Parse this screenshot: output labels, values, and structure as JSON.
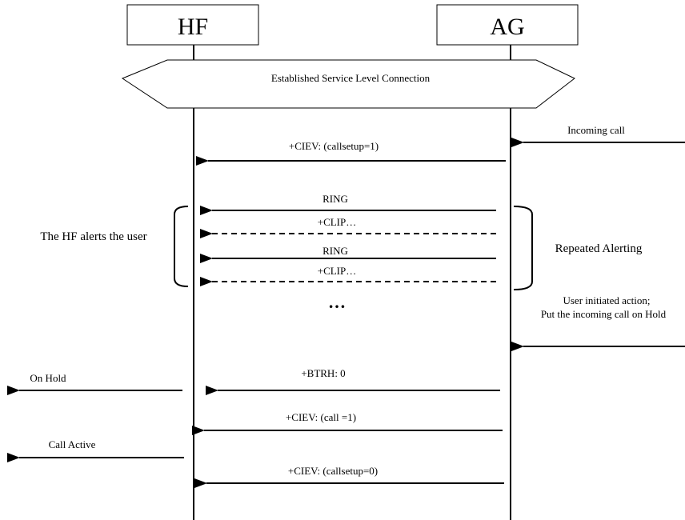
{
  "entities": {
    "hf": "HF",
    "ag": "AG"
  },
  "slc_banner": "Established Service Level Connection",
  "side_notes": {
    "incoming_call": "Incoming call",
    "user_action_line1": "User initiated action;",
    "user_action_line2": "Put the incoming call on Hold",
    "hf_alerts": "The HF alerts the user",
    "repeated_alerting": "Repeated Alerting",
    "on_hold": "On Hold",
    "call_active": "Call Active"
  },
  "messages": [
    {
      "label": "+CIEV: (callsetup=1)",
      "style": "solid"
    },
    {
      "label": "RING",
      "style": "solid"
    },
    {
      "label": "+CLIP…",
      "style": "dashed"
    },
    {
      "label": "RING",
      "style": "solid"
    },
    {
      "label": "+CLIP…",
      "style": "dashed"
    },
    {
      "label": "+BTRH: 0",
      "style": "solid"
    },
    {
      "label": "+CIEV: (call =1)",
      "style": "solid"
    },
    {
      "label": "+CIEV: (callsetup=0)",
      "style": "solid"
    }
  ],
  "ellipsis": "…"
}
